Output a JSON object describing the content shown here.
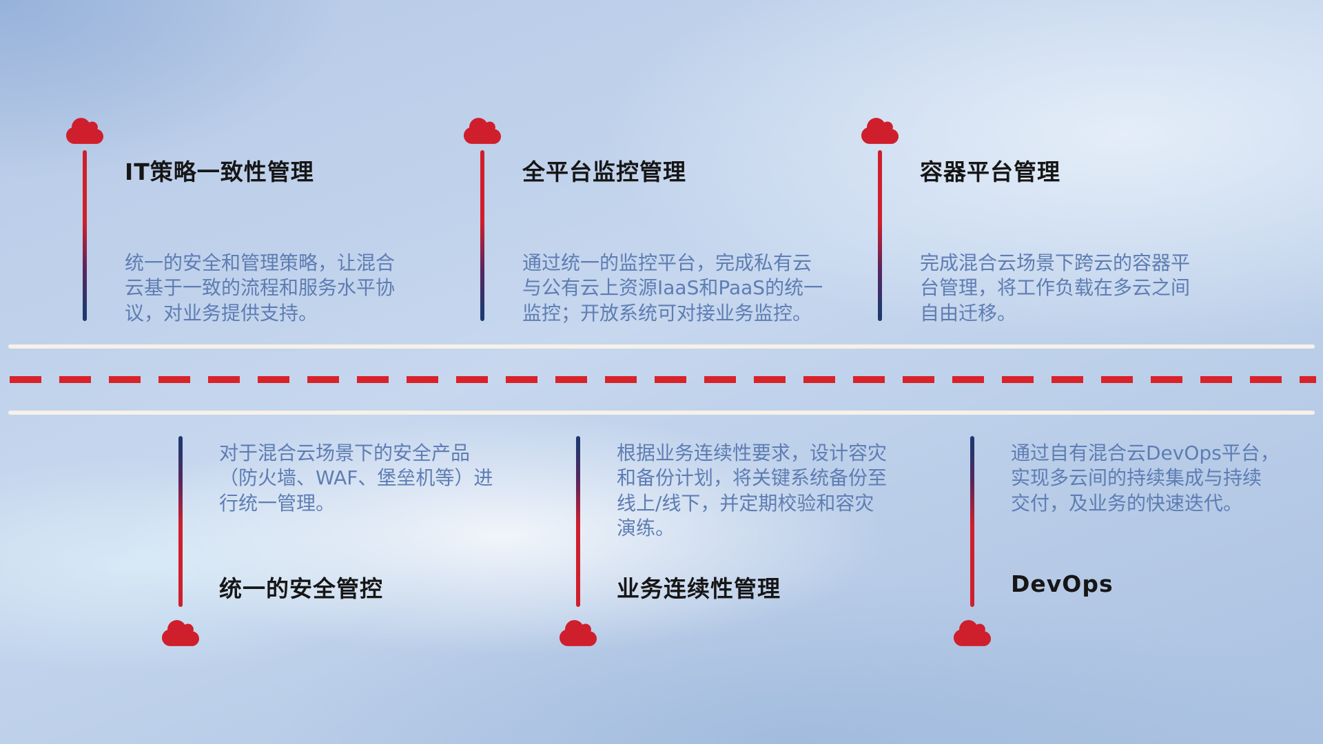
{
  "colors": {
    "accent_red": "#cf1f2c",
    "pole_navy": "#21386e",
    "desc_blue": "#5e7db3",
    "title_dark": "#161616",
    "road_white": "#f6f1e9",
    "dash_red": "#d8232a"
  },
  "road": {
    "style": "two solid light lines with red dashed center line"
  },
  "top_items": [
    {
      "icon": "cloud-icon",
      "title": "IT策略一致性管理",
      "description": "统一的安全和管理策略，让混合云基于一致的流程和服务水平协议，对业务提供支持。"
    },
    {
      "icon": "cloud-icon",
      "title": "全平台监控管理",
      "description": "通过统一的监控平台，完成私有云与公有云上资源IaaS和PaaS的统一监控；开放系统可对接业务监控。"
    },
    {
      "icon": "cloud-icon",
      "title": "容器平台管理",
      "description": "完成混合云场景下跨云的容器平台管理，将工作负载在多云之间自由迁移。"
    }
  ],
  "bottom_items": [
    {
      "icon": "cloud-icon",
      "title": "统一的安全管控",
      "description": "对于混合云场景下的安全产品（防火墙、WAF、堡垒机等）进行统一管理。"
    },
    {
      "icon": "cloud-icon",
      "title": "业务连续性管理",
      "description": "根据业务连续性要求，设计容灾和备份计划，将关键系统备份至线上/线下，并定期校验和容灾演练。"
    },
    {
      "icon": "cloud-icon",
      "title": "DevOps",
      "description": "通过自有混合云DevOps平台，实现多云间的持续集成与持续交付，及业务的快速迭代。"
    }
  ]
}
